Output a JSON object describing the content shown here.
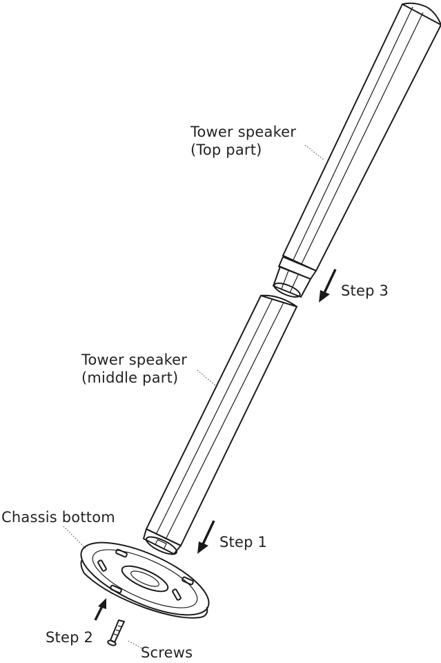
{
  "labels": {
    "tower_top_line1": "Tower speaker",
    "tower_top_line2": "(Top part)",
    "tower_middle_line1": "Tower speaker",
    "tower_middle_line2": "(middle part)",
    "chassis_bottom": "Chassis bottom",
    "step1": "Step 1",
    "step2": "Step 2",
    "step3": "Step 3",
    "screws": "Screws"
  },
  "colors": {
    "line": "#1a1a1a",
    "text": "#222222",
    "background": "#ffffff"
  }
}
